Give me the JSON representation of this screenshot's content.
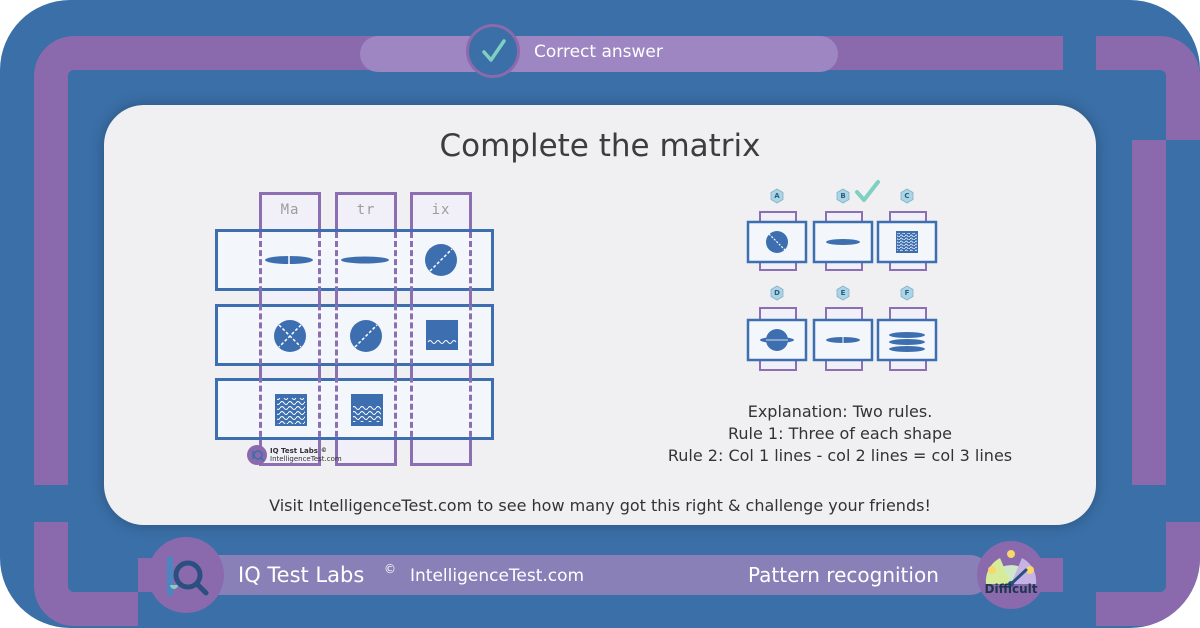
{
  "banner": {
    "status_text": "Correct answer",
    "status_icon": "checkmark-icon"
  },
  "puzzle": {
    "title": "Complete the matrix",
    "column_labels": [
      "Ma",
      "tr",
      "ix"
    ],
    "logo_text": [
      "IQ Test Labs",
      "IntelligenceTest.com"
    ],
    "copyright_mark": "©"
  },
  "options": {
    "letters": [
      "A",
      "B",
      "C",
      "D",
      "E",
      "F"
    ],
    "correct": "B"
  },
  "explanation": {
    "line1": "Explanation: Two rules.",
    "line2": "Rule 1: Three of each shape",
    "line3": "Rule 2: Col 1 lines - col 2 lines = col 3 lines"
  },
  "visit_text": "Visit IntelligenceTest.com to see how many got this right & challenge your friends!",
  "footer": {
    "brand": "IQ Test Labs",
    "copyright": "©",
    "site": "IntelligenceTest.com",
    "category": "Pattern recognition",
    "difficulty": "Difficult"
  },
  "colors": {
    "frame_blue": "#3a6fa7",
    "accent_purple": "#8a6aad",
    "shape_blue": "#3d6fb0",
    "check_green": "#7fd0c0"
  }
}
